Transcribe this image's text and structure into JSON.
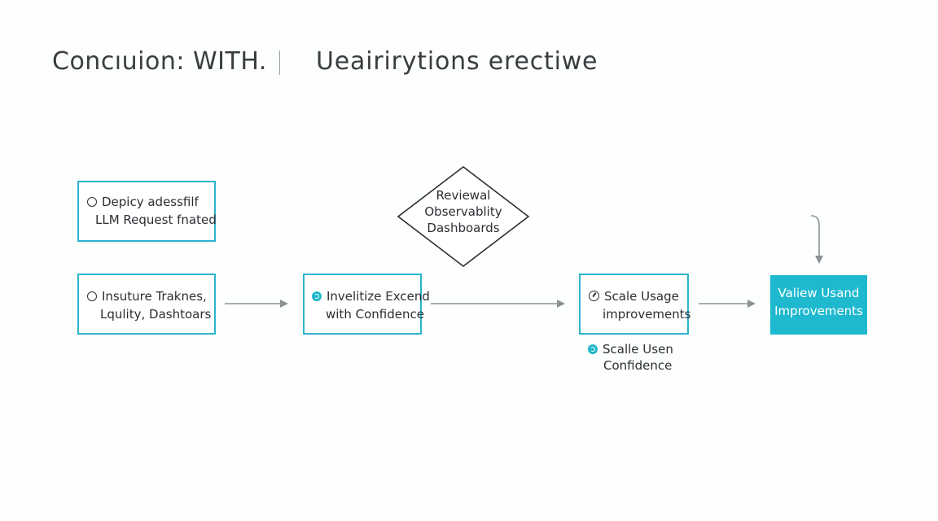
{
  "title": {
    "left": "Concıuion: WITH.",
    "right": "Ueairiryt​ions erectiwe"
  },
  "nodes": {
    "deploy": {
      "line1": "Depicy adessfilf",
      "line2": "LLM Request fnated"
    },
    "insulture": {
      "line1": "Insuture Traknes,",
      "line2": "Lqulity, Dashtoars"
    },
    "invelitize": {
      "line1": "Invelitize Excend",
      "line2": "with Confidence"
    },
    "review": {
      "line1": "Reviewal",
      "line2": "Observablity",
      "line3": "Dashboards"
    },
    "scale_usage": {
      "line1": "Scale Usage",
      "line2": "improvements"
    },
    "scale_usen": {
      "line1": "Scalle Usen",
      "line2": "Confidence"
    },
    "valiew": {
      "line1": "Valiew Usand",
      "line2": "Improvements"
    }
  },
  "colors": {
    "accent": "#1fb9cf",
    "border": "#2ab4cc",
    "arrow": "#8c9296",
    "text": "#2b2f33"
  }
}
